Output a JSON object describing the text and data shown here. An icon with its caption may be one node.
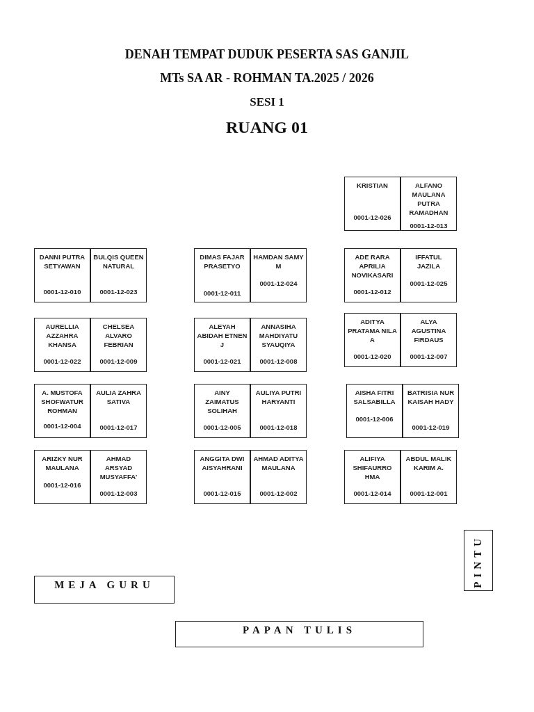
{
  "diagram": {
    "title": "DENAH TEMPAT DUDUK PESERTA SAS GANJIL",
    "nodes": [
      {
        "text": [
          "KRISTIAN",
          "0001-12-026"
        ]
      },
      {
        "text": [
          "ALFANO MAULANA PUTRA RAMADHAN",
          "0001-12-013"
        ]
      },
      {
        "text": [
          "DANNI PUTRA SETYAWAN",
          "0001-12-010"
        ]
      },
      {
        "text": [
          "BULQIS QUEEN NATURAL",
          "0001-12-023"
        ]
      },
      {
        "text": [
          "DIMAS FAJAR PRASETYO",
          "0001-12-011"
        ]
      },
      {
        "text": [
          "HAMDAN SAMY M",
          "0001-12-024"
        ]
      },
      {
        "text": [
          "ADE RARA APRILIA NOVIKASARI",
          "0001-12-012"
        ]
      },
      {
        "text": [
          "IFFATUL JAZILA",
          "0001-12-025"
        ]
      },
      {
        "text": [
          "AURELLIA AZZAHRA KHANSA",
          "0001-12-022"
        ]
      },
      {
        "text": [
          "CHELSEA ALVARO FEBRIAN",
          "0001-12-009"
        ]
      },
      {
        "text": [
          "ALEYAH ABIDAH ETNEN J",
          "0001-12-021"
        ]
      },
      {
        "text": [
          "ANNASIHA MAHDIYATU SYAUQIYA",
          "0001-12-008"
        ]
      },
      {
        "text": [
          "ADITYA PRATAMA NILA A",
          "0001-12-020"
        ]
      },
      {
        "text": [
          "ALYA AGUSTINA FIRDAUS",
          "0001-12-007"
        ]
      },
      {
        "text": [
          "A. MUSTOFA SHOFWATUR ROHMAN",
          "0001-12-004"
        ]
      },
      {
        "text": [
          "AULIA ZAHRA SATIVA",
          "0001-12-017"
        ]
      },
      {
        "text": [
          "AINY ZAIMATUS SOLIHAH",
          "0001-12-005"
        ]
      },
      {
        "text": [
          "AULIYA PUTRI HARYANTI",
          "0001-12-018"
        ]
      },
      {
        "text": [
          "AISHA FITRI SALSABILLA",
          "0001-12-006"
        ]
      },
      {
        "text": [
          "BATRISIA NUR KAISAH HADY",
          "0001-12-019"
        ]
      },
      {
        "text": [
          "ARIZKY NUR MAULANA",
          "0001-12-016"
        ]
      },
      {
        "text": [
          "AHMAD ARSYAD MUSYAFFA'",
          "0001-12-003"
        ]
      },
      {
        "text": [
          "ANGGITA DWI AISYAHRANI",
          "0001-12-015"
        ]
      },
      {
        "text": [
          "AHMAD ADITYA MAULANA",
          "0001-12-002"
        ]
      },
      {
        "text": [
          "ALIFIYA SHIFAURRO HMA",
          "0001-12-014"
        ]
      },
      {
        "text": [
          "ABDUL MALIK KARIM A.",
          "0001-12-001"
        ]
      },
      {
        "text": [
          "PINTU"
        ]
      },
      {
        "text": [
          "MEJA GURU"
        ]
      },
      {
        "text": [
          "PAPAN TULIS"
        ]
      }
    ],
    "edges": [],
    "labels": [
      "MTs SA AR - ROHMAN TA.2025 / 2026",
      "SESI 1",
      "RUANG 01"
    ]
  }
}
